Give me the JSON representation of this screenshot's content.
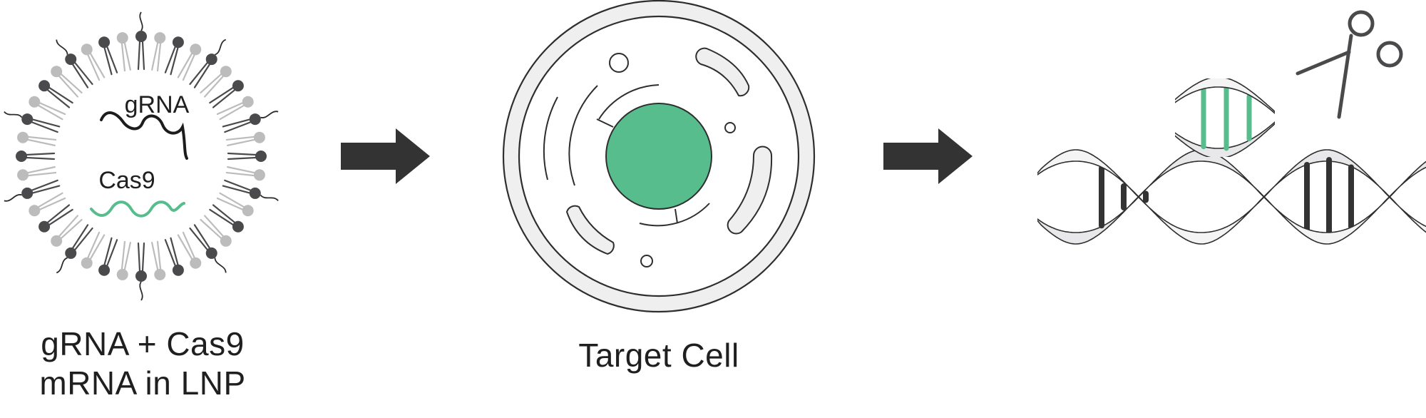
{
  "lnp": {
    "grna_label": "gRNA",
    "cas9_label": "Cas9",
    "caption_line1": "gRNA + Cas9",
    "caption_line2": "mRNA in LNP"
  },
  "cell": {
    "caption": "Target Cell"
  },
  "colors": {
    "dark": "#333333",
    "lipid_dark": "#4a4a4d",
    "lipid_light": "#bcbcbc",
    "green": "#58bd8c",
    "outline": "#2e2e2e",
    "fill_light": "#efeff0"
  },
  "icons": [
    "lipid-nanoparticle-icon",
    "arrow-right-icon",
    "cell-icon",
    "dna-helix-icon",
    "scissors-icon"
  ]
}
